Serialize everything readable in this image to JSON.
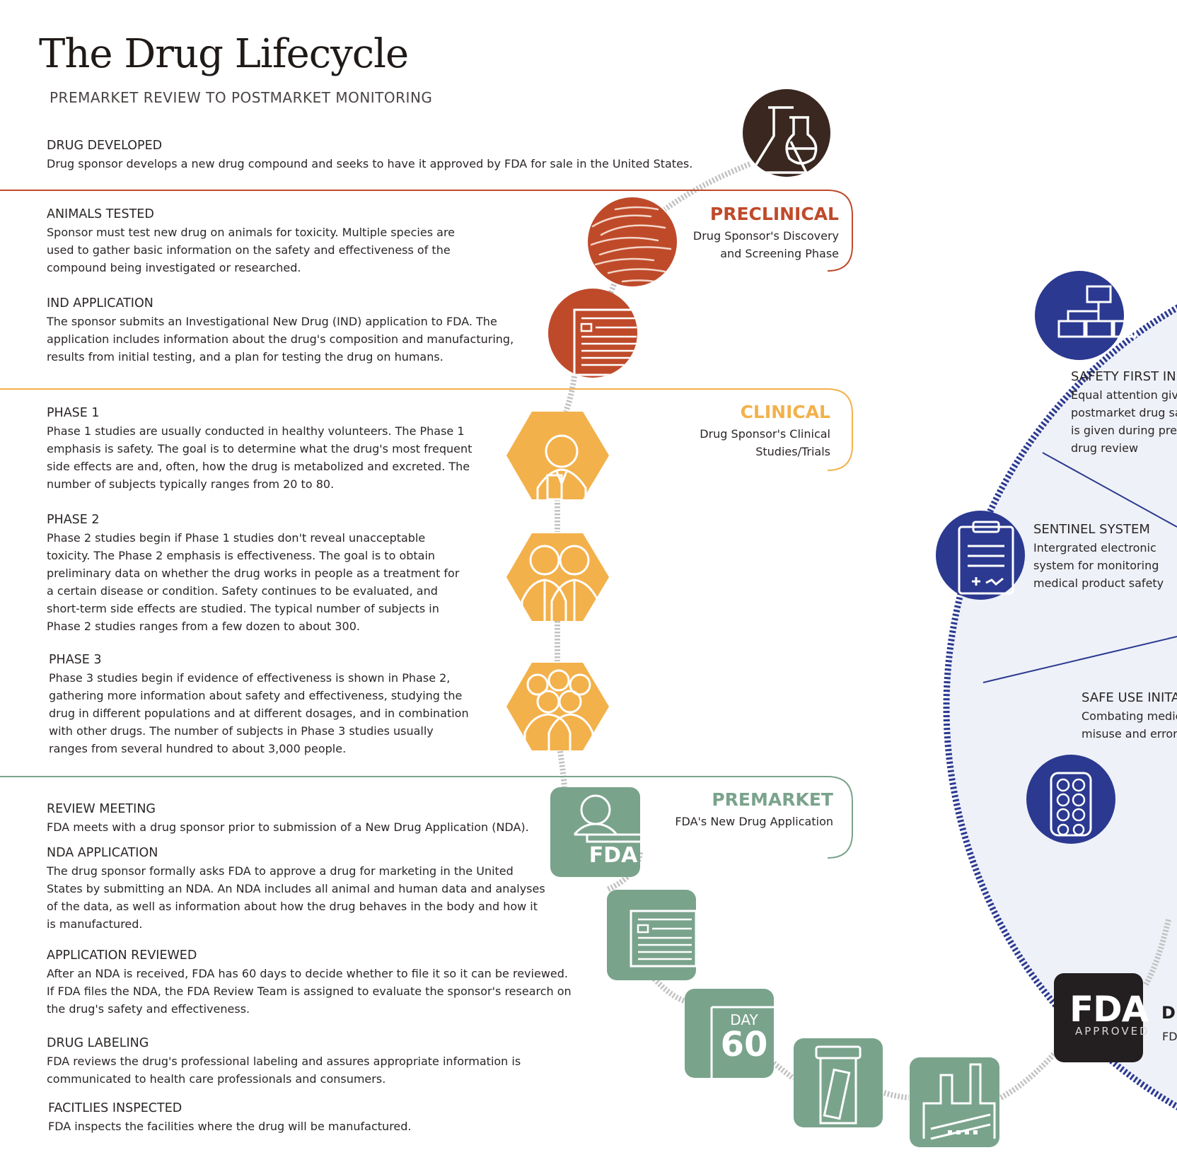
{
  "header": {
    "title": "The Drug Lifecycle",
    "subtitle": "PREMARKET REVIEW TO POSTMARKET MONITORING"
  },
  "colors": {
    "dark": "#3a2820",
    "preclinical": "#bf4a2a",
    "clinical": "#f3b14b",
    "premarket": "#7aa38c",
    "postmarket": "#2b3990",
    "wheel_fill": "#eef1f8"
  },
  "phases": {
    "preclinical": {
      "title": "PRECLINICAL",
      "line1": "Drug Sponsor's Discovery",
      "line2": "and Screening Phase"
    },
    "clinical": {
      "title": "CLINICAL",
      "line1": "Drug Sponsor's Clinical",
      "line2": "Studies/Trials"
    },
    "premarket": {
      "title": "PREMARKET",
      "line1": "FDA's New Drug Application"
    }
  },
  "steps": {
    "drug_developed": {
      "heading": "DRUG DEVELOPED",
      "lines": [
        "Drug sponsor develops a new drug compound and seeks to have it approved by FDA for sale in the United States."
      ]
    },
    "animals_tested": {
      "heading": "ANIMALS TESTED",
      "lines": [
        "Sponsor must test new drug on animals for toxicity. Multiple species are",
        "used to gather basic information on the safety and effectiveness of the",
        "compound being investigated or researched."
      ]
    },
    "ind_application": {
      "heading": "IND APPLICATION",
      "lines": [
        "The sponsor submits an Investigational New Drug (IND) application to FDA. The",
        "application includes information about the drug's composition and manufacturing,",
        "results from initial testing, and a plan for testing the drug on humans."
      ]
    },
    "phase1": {
      "heading": "PHASE 1",
      "lines": [
        "Phase 1 studies are usually conducted in healthy volunteers. The Phase 1",
        "emphasis is safety. The goal is to determine what the drug's most frequent",
        "side effects are and, often, how the drug is metabolized and excreted. The",
        "number of subjects typically ranges from 20 to 80."
      ]
    },
    "phase2": {
      "heading": "PHASE 2",
      "lines": [
        "Phase 2 studies begin if Phase 1 studies don't reveal unacceptable",
        "toxicity. The Phase 2 emphasis is effectiveness. The goal is to obtain",
        "preliminary data on whether the drug works in people as a treatment for",
        "a certain disease or condition. Safety continues to be evaluated, and",
        "short-term side effects are studied. The typical number of subjects in",
        "Phase 2 studies ranges from a few dozen to about 300."
      ]
    },
    "phase3": {
      "heading": "PHASE 3",
      "lines": [
        "Phase 3 studies begin if evidence of effectiveness is shown in Phase 2,",
        "gathering more information about safety and effectiveness, studying the",
        "drug in different populations and at different dosages, and in combination",
        "with other drugs. The number of subjects in Phase 3 studies usually",
        "ranges from several hundred to about 3,000 people."
      ]
    },
    "review_meeting": {
      "heading": "REVIEW MEETING",
      "lines": [
        "FDA meets with a drug sponsor prior to submission of a New Drug Application (NDA)."
      ]
    },
    "nda_application": {
      "heading": "NDA APPLICATION",
      "lines": [
        "The drug sponsor formally asks FDA to approve a drug for marketing in the United",
        "States by submitting an NDA. An NDA includes all animal and human data and analyses",
        "of the data, as well as information about how the drug behaves in the body and how it",
        "is manufactured."
      ]
    },
    "application_reviewed": {
      "heading": "APPLICATION REVIEWED",
      "lines": [
        "After an NDA is received, FDA has 60 days to decide whether to file it so it can be reviewed.",
        "If FDA files the NDA, the FDA Review Team is assigned to evaluate the sponsor's research on",
        "the drug's safety and effectiveness."
      ]
    },
    "drug_labeling": {
      "heading": "DRUG LABELING",
      "lines": [
        "FDA reviews the drug's professional labeling and assures appropriate information is",
        "communicated to health care professionals and consumers."
      ]
    },
    "facilities_inspected": {
      "heading": "FACITLIES INSPECTED",
      "lines": [
        "FDA inspects the facilities where the drug will be manufactured."
      ]
    }
  },
  "wheel": {
    "safety_first": {
      "heading": "SAFETY FIRST IN",
      "lines": [
        "Equal attention giv",
        "postmarket drug sa",
        "is given during pre",
        "drug review"
      ]
    },
    "sentinel": {
      "heading": "SENTINEL SYSTEM",
      "lines": [
        "Intergrated electronic",
        "system for monitoring",
        "medical product safety"
      ]
    },
    "safe_use": {
      "heading": "SAFE USE INITA",
      "lines": [
        "Combating medic",
        "misuse and error"
      ]
    }
  },
  "badges": {
    "fda_small": "FDA",
    "day_word": "DAY",
    "day_number": "60",
    "fda_big": "FDA",
    "approved": "APPROVED",
    "drug_fragment": "DI",
    "fd_fragment": "FD"
  }
}
